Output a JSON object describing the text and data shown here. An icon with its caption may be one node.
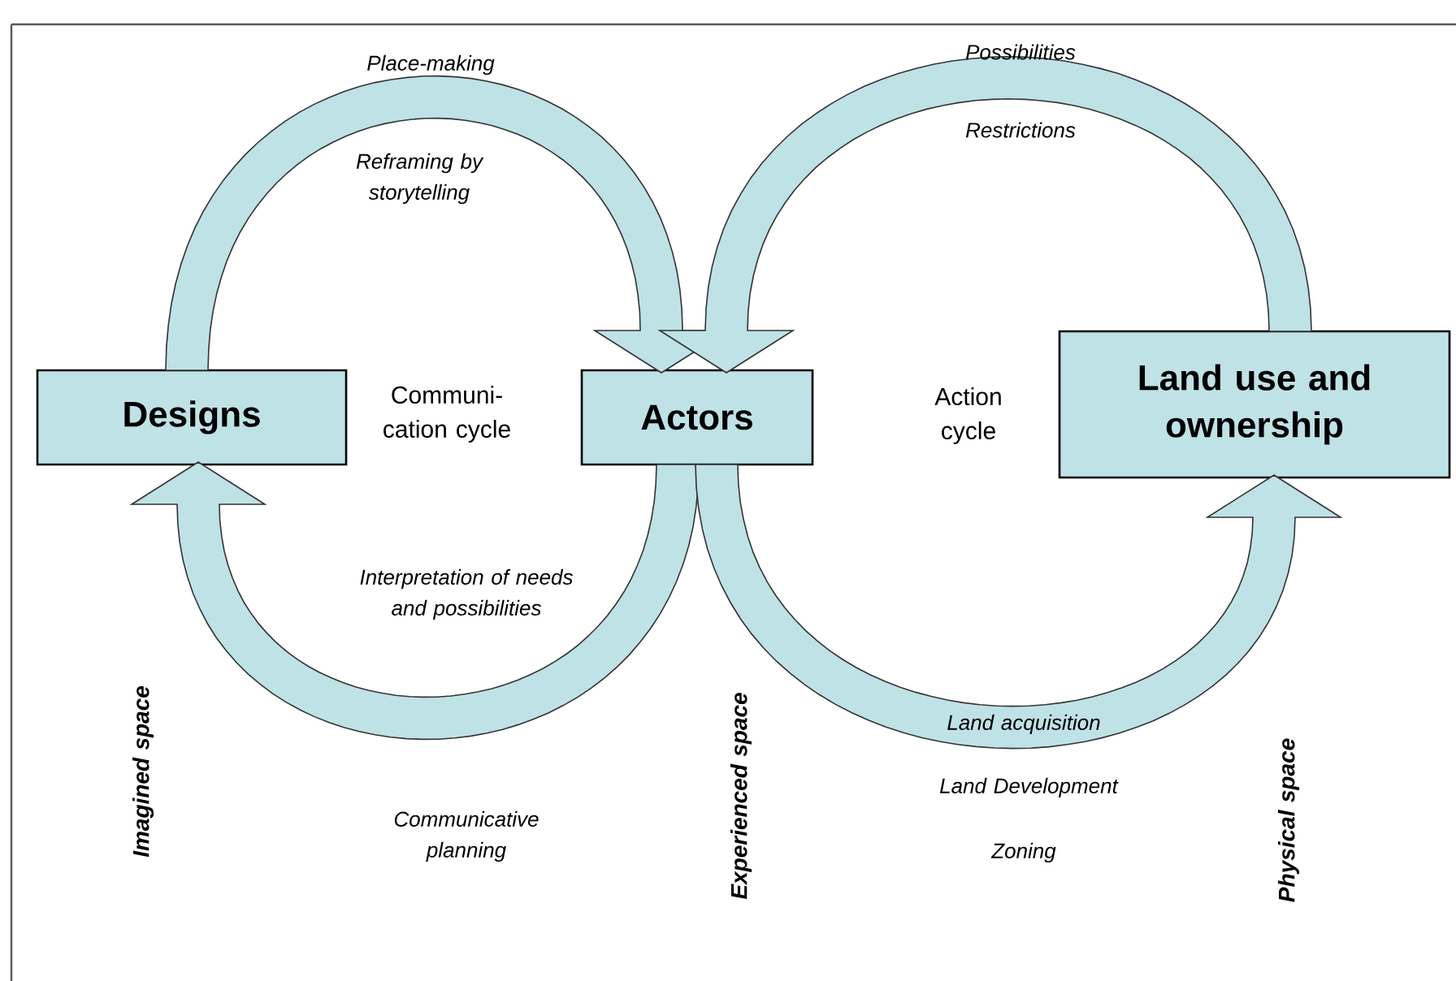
{
  "diagram": {
    "nodes": [
      {
        "text": [
          "Designs"
        ]
      },
      {
        "text": [
          "Actors"
        ]
      },
      {
        "text": [
          "Land use and ownership"
        ]
      }
    ],
    "edges": [
      {
        "from": 0,
        "to": 1,
        "arrow": "to"
      },
      {
        "from": 1,
        "to": 0,
        "arrow": "to"
      },
      {
        "from": 2,
        "to": 1,
        "arrow": "to"
      },
      {
        "from": 1,
        "to": 2,
        "arrow": "to"
      }
    ],
    "labels": [
      "Place-making",
      "Possibilities",
      "Reframing by storytelling",
      "Restrictions",
      "Communi- cation cycle",
      "Action cycle",
      "Interpretation of needs and possibilities",
      "Imagined space",
      "Experienced space",
      "Land acquisition",
      "Land Development",
      "Physical space",
      "Communicative planning",
      "Zoning"
    ]
  }
}
